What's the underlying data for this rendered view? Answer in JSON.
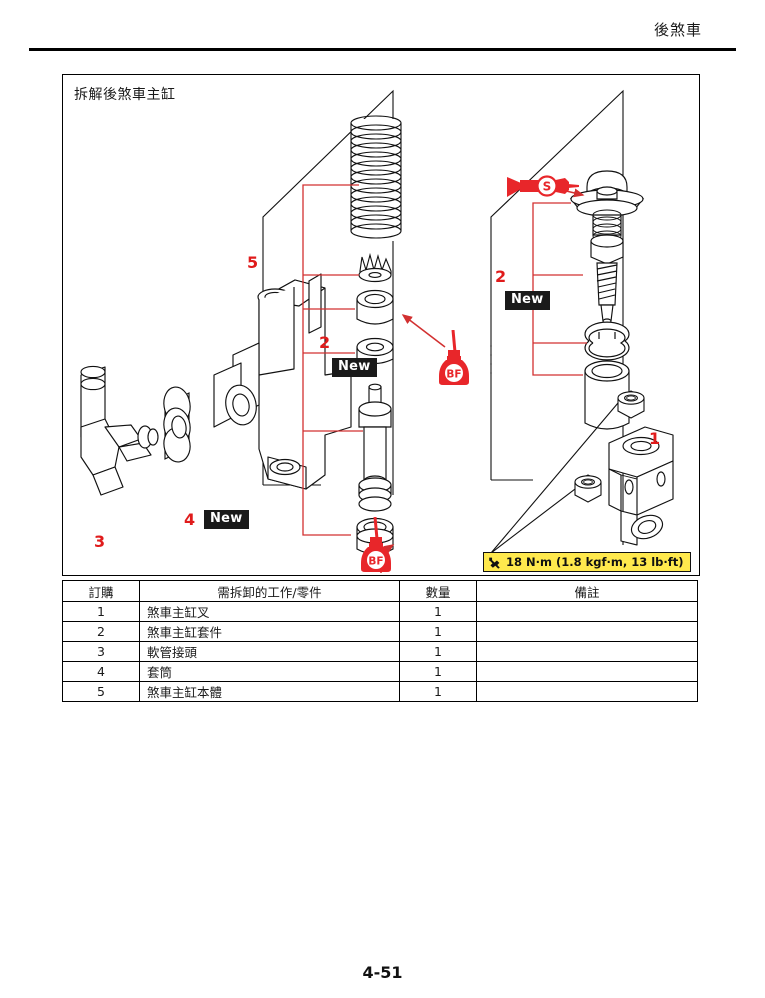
{
  "header": {
    "running_title": "後煞車"
  },
  "figure": {
    "title": "拆解後煞車主缸",
    "callouts": [
      {
        "id": "callout-5",
        "label": "5"
      },
      {
        "id": "callout-4",
        "label": "4"
      },
      {
        "id": "callout-3",
        "label": "3"
      },
      {
        "id": "callout-2-center",
        "label": "2"
      },
      {
        "id": "callout-2-right",
        "label": "2"
      },
      {
        "id": "callout-1",
        "label": "1"
      }
    ],
    "new_badges": [
      {
        "id": "new-badge-center",
        "label": "New"
      },
      {
        "id": "new-badge-left",
        "label": "New"
      },
      {
        "id": "new-badge-right",
        "label": "New"
      }
    ],
    "fluid_markers": [
      {
        "id": "bf-marker-upper",
        "label": "BF"
      },
      {
        "id": "bf-marker-lower",
        "label": "BF"
      }
    ],
    "grease_marker": {
      "label": "S"
    },
    "torque_spec": {
      "text": "18 N·m (1.8 kgf·m, 13 lb·ft)",
      "box_color": "#ffe94d"
    }
  },
  "table": {
    "headers": {
      "order": "訂購",
      "job": "需拆卸的工作/零件",
      "qty": "數量",
      "remarks": "備註"
    },
    "rows": [
      {
        "no": "1",
        "job": "煞車主缸叉",
        "qty": "1",
        "remarks": ""
      },
      {
        "no": "2",
        "job": "煞車主缸套件",
        "qty": "1",
        "remarks": ""
      },
      {
        "no": "3",
        "job": "軟管接頭",
        "qty": "1",
        "remarks": ""
      },
      {
        "no": "4",
        "job": "套筒",
        "qty": "1",
        "remarks": ""
      },
      {
        "no": "5",
        "job": "煞車主缸本體",
        "qty": "1",
        "remarks": ""
      }
    ]
  },
  "footer": {
    "page_number": "4-51"
  },
  "colors": {
    "callout_red": "#e01b1b",
    "leader_red": "#d23030",
    "torque_yellow": "#ffe94d",
    "line_black": "#111111"
  }
}
